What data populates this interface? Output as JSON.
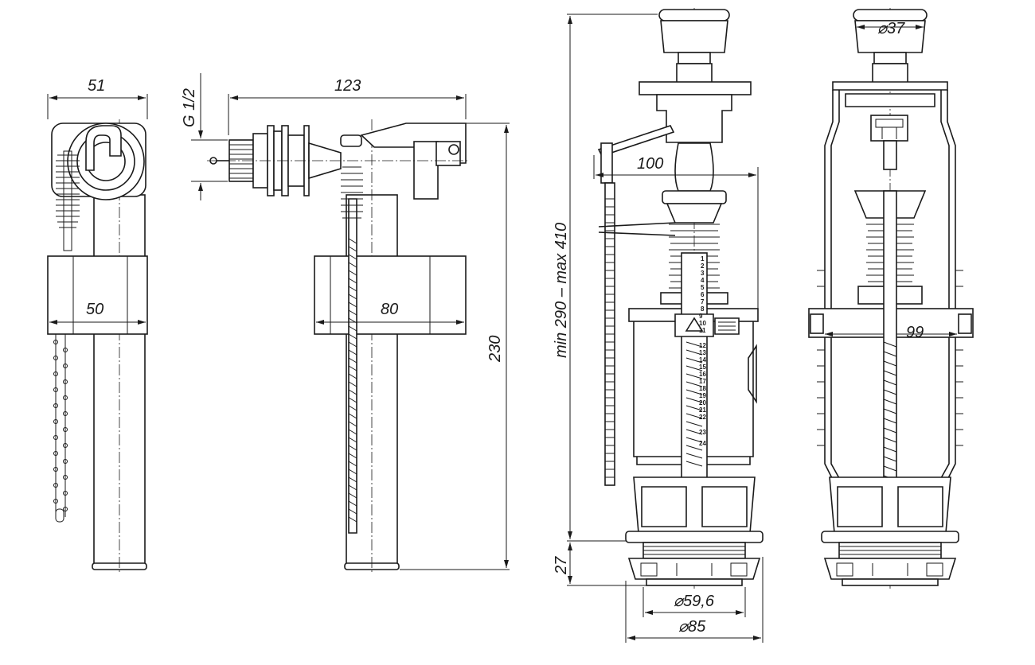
{
  "dimensions": {
    "inlet_width": "51",
    "float_width": "50",
    "thread": "G 1/2",
    "arm_length": "123",
    "float_depth": "80",
    "valve_height": "230",
    "flush_height_range": "min 290 – max 410",
    "lever_length": "100",
    "button_diameter": "⌀37",
    "float_cage_width": "99",
    "base_height": "27",
    "outlet_diameter": "⌀59,6",
    "base_diameter": "⌀85"
  },
  "scale_marks": [
    "1",
    "2",
    "3",
    "4",
    "5",
    "6",
    "7",
    "8",
    "9",
    "10",
    "11",
    "12",
    "13",
    "14",
    "15",
    "16",
    "17",
    "18",
    "19",
    "20",
    "21",
    "22",
    "23",
    "24"
  ]
}
